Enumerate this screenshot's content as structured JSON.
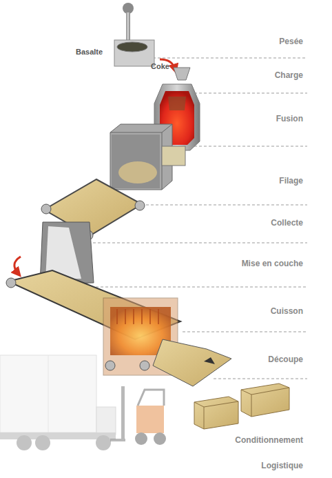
{
  "diagram": {
    "labels": [
      "Basalte",
      "Coke",
      "Pesée",
      "Charge",
      "Fusion",
      "Filage",
      "Collecte",
      "Mise en couche",
      "Cuisson",
      "Découpe",
      "Conditionnement",
      "Logistique"
    ]
  }
}
